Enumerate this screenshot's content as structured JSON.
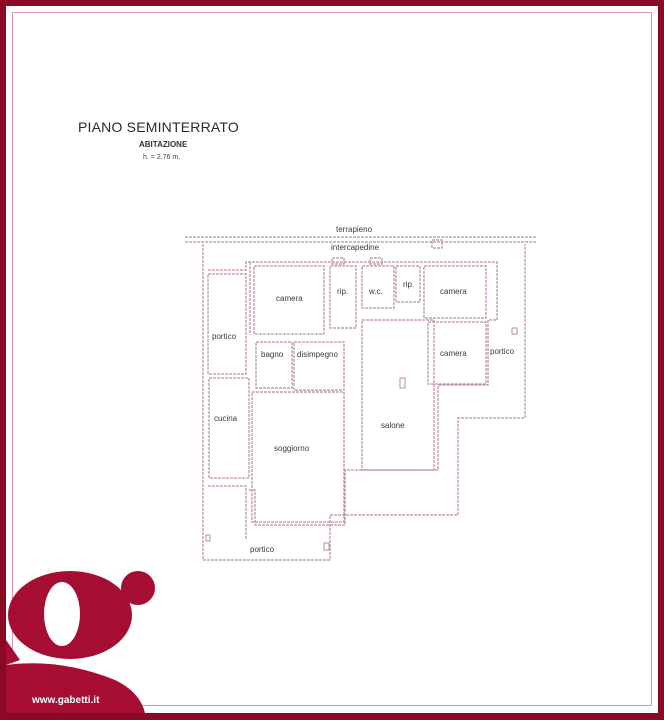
{
  "header": {
    "title": "PIANO SEMINTERRATO",
    "subtitle": "ABITAZIONE",
    "height_note": "h. = 2.76 m."
  },
  "plan": {
    "labels": {
      "terrapieno": "terrapieno",
      "intercapedine": "intercapedine",
      "camera_left": "camera",
      "rip_1": "rip.",
      "wc": "w.c.",
      "rip_2": "rip.",
      "camera_right_top": "camera",
      "portico_left": "portico",
      "bagno": "bagno",
      "disimpegno": "disimpegno",
      "camera_right_mid": "camera",
      "portico_right": "portico",
      "cucina": "cucina",
      "soggiorno": "soggiorno",
      "salone": "salone",
      "portico_bottom": "portico"
    },
    "wall_color": "#b89098"
  },
  "brand": {
    "url": "www.gabetti.it",
    "color": "#a60d32",
    "frame_color": "#8a0a26"
  }
}
